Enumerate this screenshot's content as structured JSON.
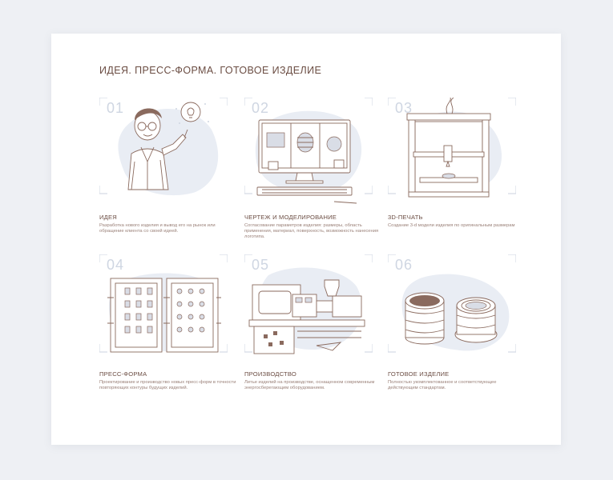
{
  "title": "ИДЕЯ. ПРЕСС-ФОРМА. ГОТОВОЕ ИЗДЕЛИЕ",
  "steps": [
    {
      "num": "01",
      "label": "ИДЕЯ",
      "desc": "Разработка нового изделия и вывод его на рынок или обращение клиента со своей идеей.",
      "icon": "idea-person-icon"
    },
    {
      "num": "02",
      "label": "ЧЕРТЕЖ И МОДЕЛИРОВАНИЕ",
      "desc": "Согласование параметров изделия: размеры, область применения, материал, поверхность, возможность нанесения логотипа.",
      "icon": "computer-monitor-icon"
    },
    {
      "num": "03",
      "label": "3D-ПЕЧАТЬ",
      "desc": "Создание 3-d модели изделия по оригинальным размерам",
      "icon": "3d-printer-icon"
    },
    {
      "num": "04",
      "label": "ПРЕСС-ФОРМА",
      "desc": "Проектирование и производство новых пресс-форм в точности повторяющих контуры будущих изделий.",
      "icon": "press-mold-icon"
    },
    {
      "num": "05",
      "label": "ПРОИЗВОДСТВО",
      "desc": "Литье изделий на производстве, оснащенном современным энергосберегающим оборудованием.",
      "icon": "injection-machine-icon"
    },
    {
      "num": "06",
      "label": "ГОТОВОЕ ИЗДЕЛИЕ",
      "desc": "Полностью укомплектованное и соответствующее действующим стандартам.",
      "icon": "finished-product-icon"
    }
  ],
  "colors": {
    "accent": "#6b4d43",
    "text": "#9a8078",
    "number": "#cfd6e2",
    "blob": "#e9edf4",
    "background": "#eef0f4"
  }
}
